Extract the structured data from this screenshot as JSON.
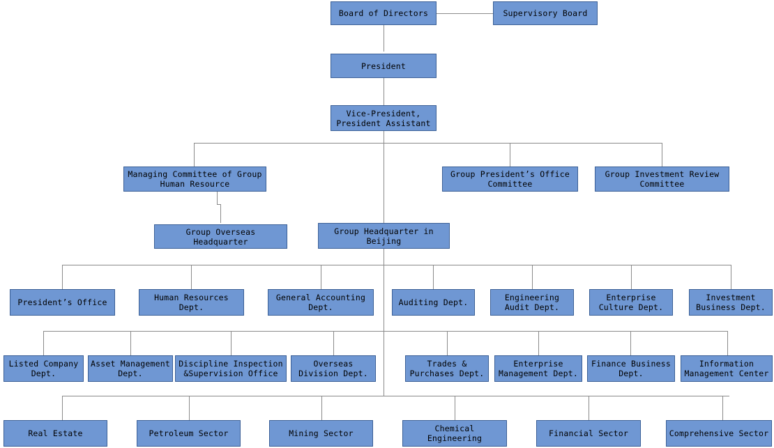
{
  "diagram": {
    "type": "org-chart",
    "title": "",
    "colors": {
      "node_fill": "#6f97d3",
      "node_border": "#3a5f96",
      "connector": "#8a8a8a",
      "background": "#ffffff",
      "text": "#000000"
    },
    "levels": [
      {
        "name": "board-level",
        "nodes": [
          {
            "id": "board-of-directors",
            "label": "Board of Directors"
          },
          {
            "id": "supervisory-board",
            "label": "Supervisory Board"
          }
        ]
      },
      {
        "name": "president-level",
        "nodes": [
          {
            "id": "president",
            "label": "President"
          }
        ]
      },
      {
        "name": "vice-president-level",
        "nodes": [
          {
            "id": "vice-president",
            "label": "Vice-President,\nPresident Assistant"
          }
        ]
      },
      {
        "name": "committee-level",
        "nodes": [
          {
            "id": "managing-committee-hr",
            "label": "Managing Committee of Group\nHuman Resource"
          },
          {
            "id": "group-president-office-committee",
            "label": "Group President’s Office\nCommittee"
          },
          {
            "id": "group-investment-review-committee",
            "label": "Group Investment Review\nCommittee"
          }
        ]
      },
      {
        "name": "headquarter-level",
        "nodes": [
          {
            "id": "group-overseas-headquarter",
            "label": "Group Overseas Headquarter"
          },
          {
            "id": "group-headquarter-beijing",
            "label": "Group Headquarter in\nBeijing"
          }
        ]
      },
      {
        "name": "department-level-1",
        "nodes": [
          {
            "id": "presidents-office",
            "label": "President’s Office"
          },
          {
            "id": "human-resources-dept",
            "label": "Human Resources\nDept."
          },
          {
            "id": "general-accounting-dept",
            "label": "General Accounting\nDept."
          },
          {
            "id": "auditing-dept",
            "label": "Auditing Dept."
          },
          {
            "id": "engineering-audit-dept",
            "label": "Engineering\nAudit Dept."
          },
          {
            "id": "enterprise-culture-dept",
            "label": "Enterprise\nCulture Dept."
          },
          {
            "id": "investment-business-dept",
            "label": "Investment\nBusiness Dept."
          }
        ]
      },
      {
        "name": "department-level-2",
        "nodes": [
          {
            "id": "listed-company-dept",
            "label": "Listed Company\nDept."
          },
          {
            "id": "asset-management-dept",
            "label": "Asset Management\nDept."
          },
          {
            "id": "discipline-inspection-office",
            "label": "Discipline Inspection\n&Supervision Office"
          },
          {
            "id": "overseas-division-dept",
            "label": "Overseas\nDivision Dept."
          },
          {
            "id": "trades-purchases-dept",
            "label": "Trades &\nPurchases Dept."
          },
          {
            "id": "enterprise-management-dept",
            "label": "Enterprise\nManagement Dept."
          },
          {
            "id": "finance-business-dept",
            "label": "Finance Business\nDept."
          },
          {
            "id": "information-management-center",
            "label": "Information\nManagement Center"
          }
        ]
      },
      {
        "name": "sector-level",
        "nodes": [
          {
            "id": "real-estate",
            "label": "Real Estate"
          },
          {
            "id": "petroleum-sector",
            "label": "Petroleum Sector"
          },
          {
            "id": "mining-sector",
            "label": "Mining Sector"
          },
          {
            "id": "chemical-engineering",
            "label": "Chemical Engineering"
          },
          {
            "id": "financial-sector",
            "label": "Financial Sector"
          },
          {
            "id": "comprehensive-sector",
            "label": "Comprehensive Sector"
          }
        ]
      }
    ]
  }
}
